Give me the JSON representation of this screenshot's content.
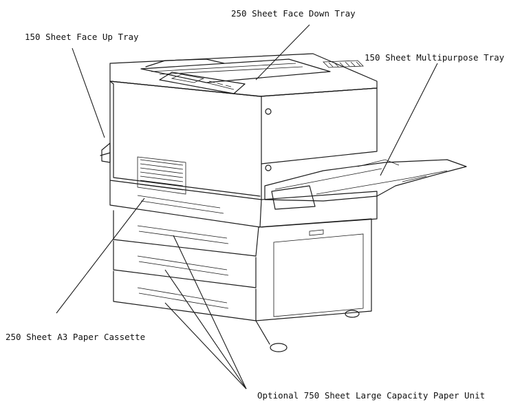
{
  "callouts": {
    "face_down": "250 Sheet Face Down Tray",
    "face_up": "150 Sheet Face Up Tray",
    "multipurpose": "150 Sheet Multipurpose Tray",
    "a3_cassette": "250 Sheet A3 Paper Cassette",
    "large_capacity": "Optional 750 Sheet Large Capacity Paper Unit"
  }
}
